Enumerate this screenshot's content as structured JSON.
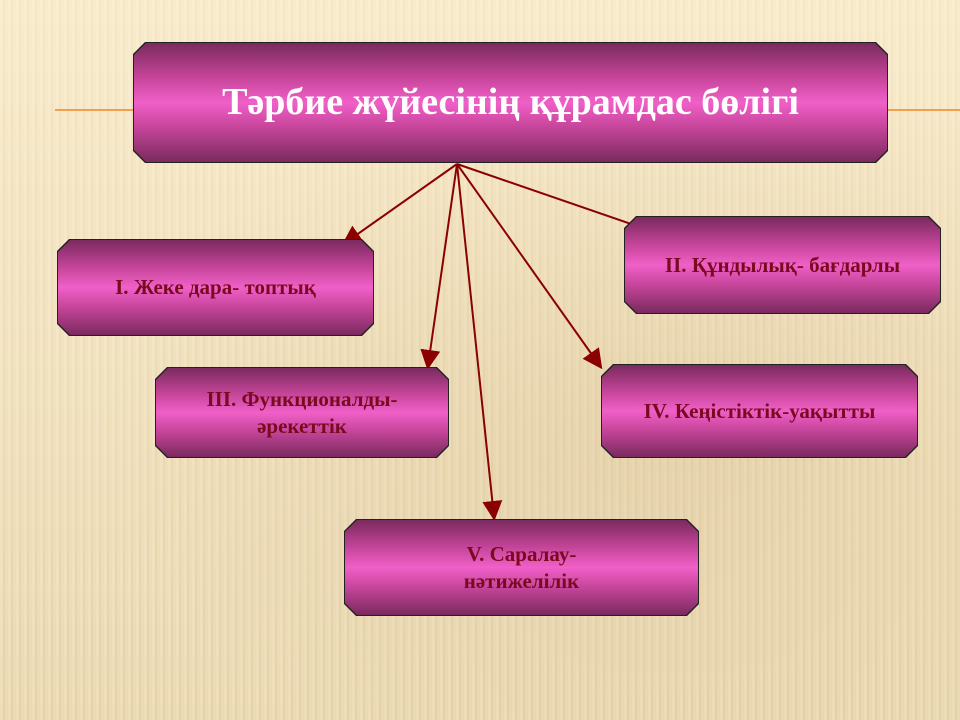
{
  "title": "Тәрбие жүйесінің құрамдас бөлігі",
  "items": [
    {
      "label": "І. Жеке дара- топтық"
    },
    {
      "label": "ІІ. Құндылық- бағдарлы"
    },
    {
      "label": "ІІІ. Функционалды-әрекеттік"
    },
    {
      "label": "IV. Кеңістіктік-уақытты"
    },
    {
      "label": "V. Саралау-нәтижелілік"
    }
  ],
  "colors": {
    "arrow": "#8b0000",
    "text": "#7a0a20"
  }
}
